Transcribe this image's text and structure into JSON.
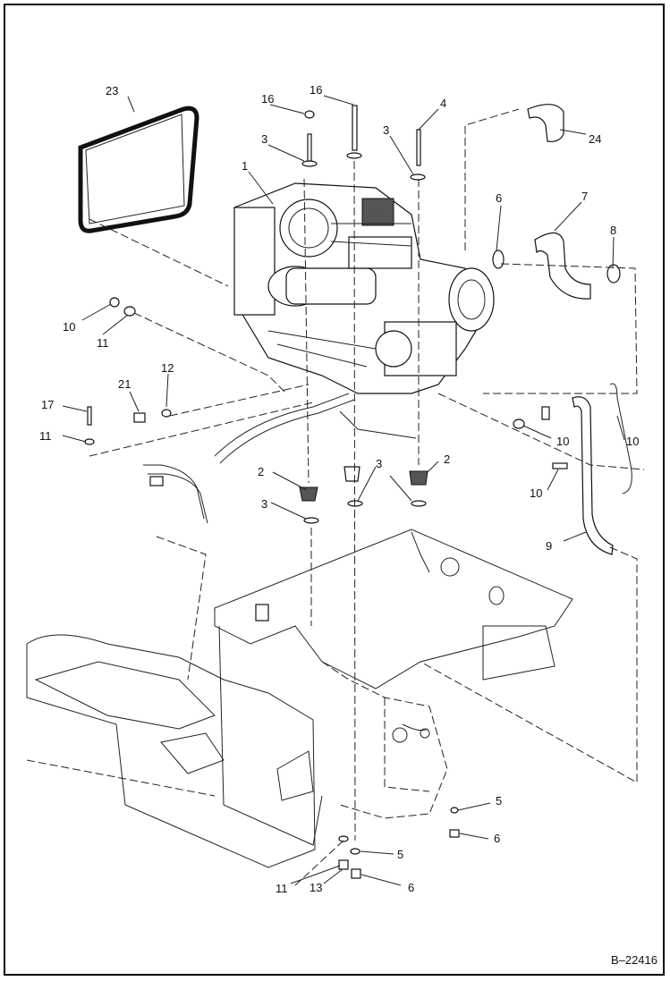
{
  "figure_id": "B–22416",
  "callouts": [
    {
      "key": "23",
      "text": "23"
    },
    {
      "key": "16a",
      "text": "16"
    },
    {
      "key": "16b",
      "text": "16"
    },
    {
      "key": "4",
      "text": "4"
    },
    {
      "key": "24",
      "text": "24"
    },
    {
      "key": "3a",
      "text": "3"
    },
    {
      "key": "3b",
      "text": "3"
    },
    {
      "key": "1",
      "text": "1"
    },
    {
      "key": "6a",
      "text": "6"
    },
    {
      "key": "7",
      "text": "7"
    },
    {
      "key": "8",
      "text": "8"
    },
    {
      "key": "10a",
      "text": "10"
    },
    {
      "key": "11a",
      "text": "11"
    },
    {
      "key": "21",
      "text": "21"
    },
    {
      "key": "12",
      "text": "12"
    },
    {
      "key": "17",
      "text": "17"
    },
    {
      "key": "11b",
      "text": "11"
    },
    {
      "key": "10b",
      "text": "10"
    },
    {
      "key": "10c",
      "text": "10"
    },
    {
      "key": "10d",
      "text": "10"
    },
    {
      "key": "2a",
      "text": "2"
    },
    {
      "key": "2b",
      "text": "2"
    },
    {
      "key": "3c",
      "text": "3"
    },
    {
      "key": "3d",
      "text": "3"
    },
    {
      "key": "9",
      "text": "9"
    },
    {
      "key": "5a",
      "text": "5"
    },
    {
      "key": "6b",
      "text": "6"
    },
    {
      "key": "5b",
      "text": "5"
    },
    {
      "key": "11c",
      "text": "11"
    },
    {
      "key": "13",
      "text": "13"
    },
    {
      "key": "6c",
      "text": "6"
    }
  ]
}
